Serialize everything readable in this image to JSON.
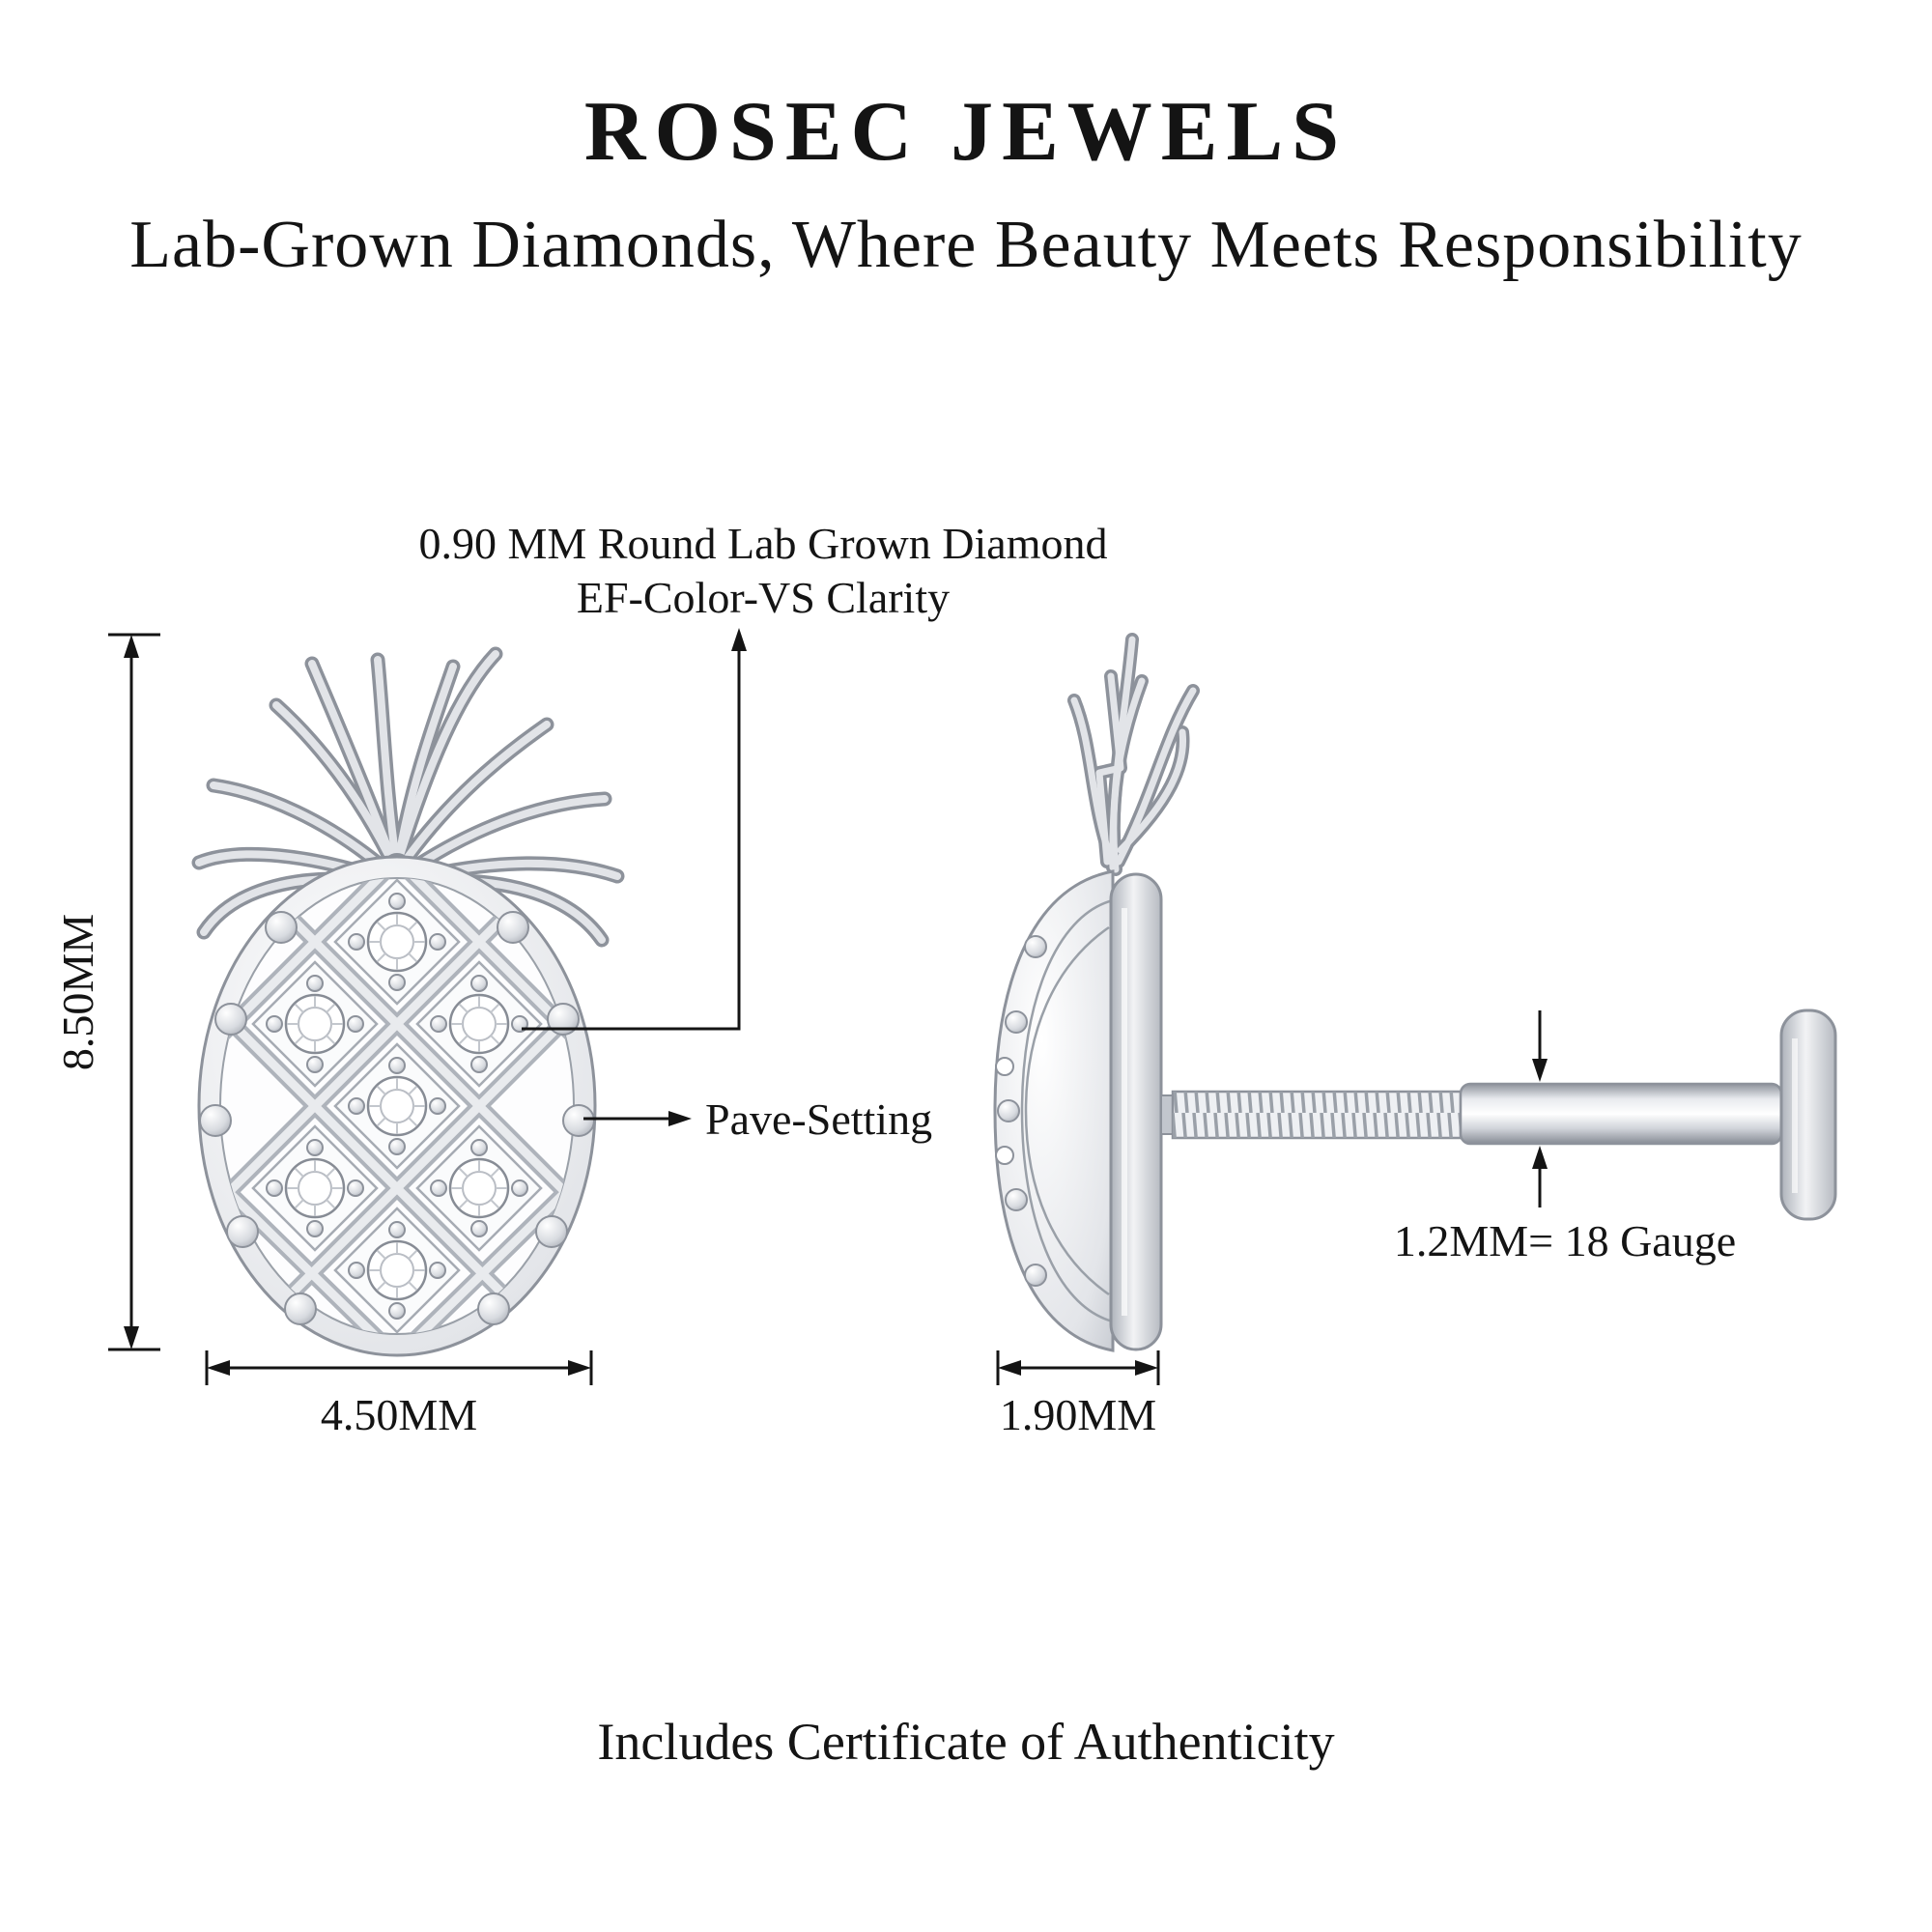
{
  "header": {
    "title": "ROSEC JEWELS",
    "subtitle": "Lab-Grown Diamonds, Where Beauty Meets Responsibility"
  },
  "annotations": {
    "diamond_line1": "0.90 MM Round Lab Grown Diamond",
    "diamond_line2": "EF-Color-VS Clarity",
    "pave": "Pave-Setting",
    "gauge": "1.2MM= 18 Gauge"
  },
  "dimensions": {
    "height": "8.50MM",
    "width": "4.50MM",
    "depth": "1.90MM"
  },
  "footer": {
    "note": "Includes Certificate of Authenticity"
  },
  "icons": {
    "arrowhead": "filled-triangle",
    "dimension_tick": "short-perpendicular-bar"
  },
  "colors": {
    "text": "#141414",
    "annotation_line": "#141414",
    "metal_light": "#f2f3f5",
    "metal_mid": "#c9ccd2",
    "metal_dark": "#8d929b",
    "background": "#ffffff"
  }
}
